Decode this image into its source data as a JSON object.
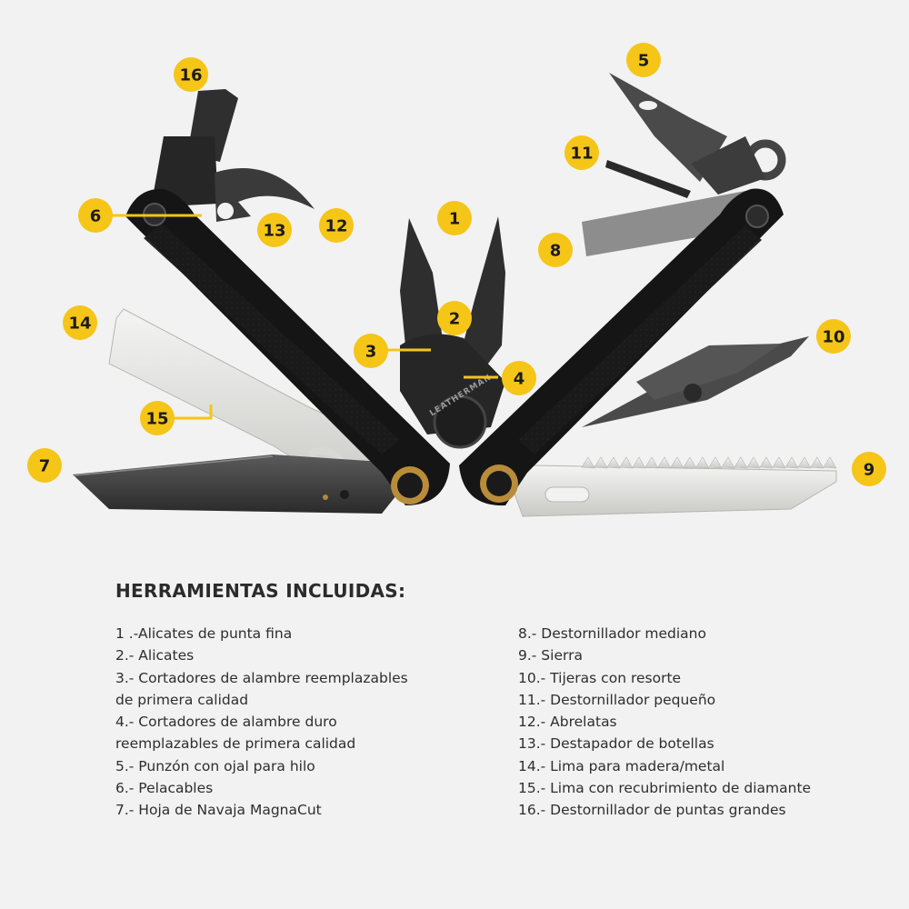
{
  "badge_color": "#f5c518",
  "badges": [
    "1",
    "2",
    "3",
    "4",
    "5",
    "6",
    "7",
    "8",
    "9",
    "10",
    "11",
    "12",
    "13",
    "14",
    "15",
    "16"
  ],
  "engraving": "LEATHERMAN",
  "tools_list": {
    "title": "HERRAMIENTAS INCLUIDAS:",
    "left_column": [
      "1 .-Alicates de punta fina",
      "2.- Alicates",
      "3.- Cortadores de alambre reemplazables\nde primera calidad",
      "4.- Cortadores de alambre duro\nreemplazables de primera calidad",
      "5.- Punzón con ojal para hilo",
      "6.- Pelacables",
      "7.- Hoja de Navaja MagnaCut"
    ],
    "right_column": [
      "8.- Destornillador mediano",
      "9.- Sierra",
      "10.- Tijeras con resorte",
      "11.- Destornillador pequeño",
      "12.- Abrelatas",
      "13.- Destapador de botellas",
      "14.- Lima para madera/metal",
      "15.- Lima con recubrimiento de diamante",
      "16.- Destornillador de puntas grandes"
    ]
  }
}
